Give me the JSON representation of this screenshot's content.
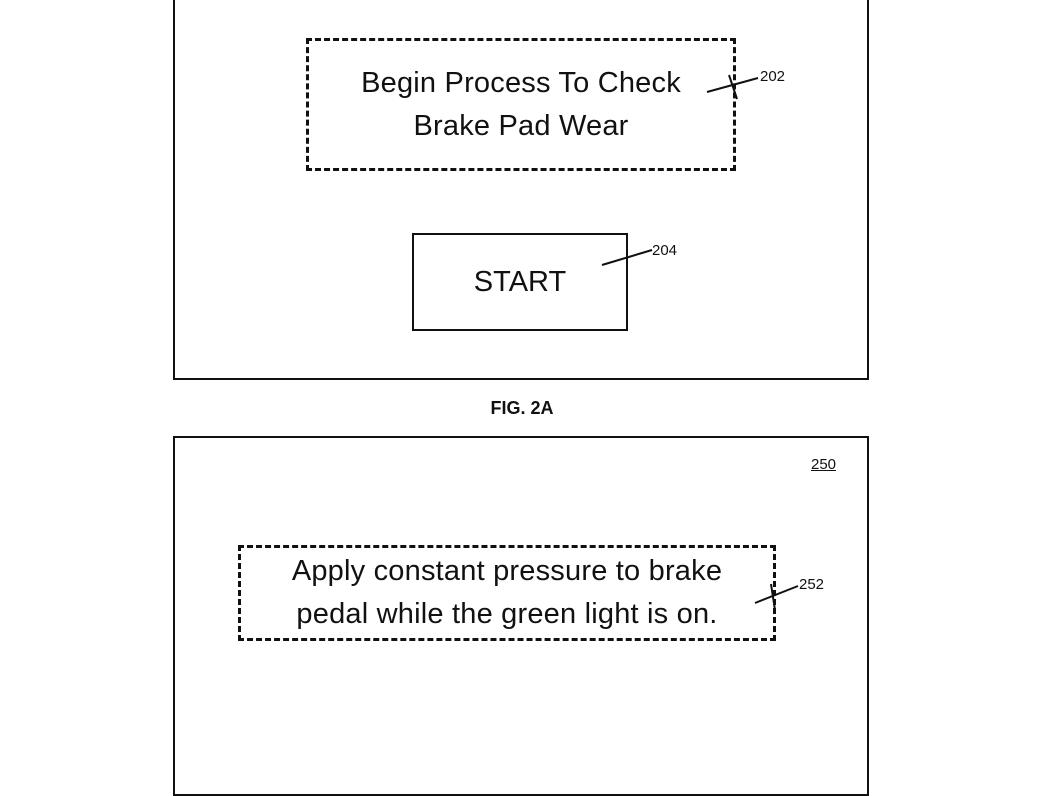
{
  "figure_a": {
    "caption": "FIG. 2A",
    "prompt_text": "Begin Process To Check\nBrake Pad Wear",
    "prompt_ref": "202",
    "start_label": "START",
    "start_ref": "204"
  },
  "figure_b": {
    "screen_ref": "250",
    "instruction_text": "Apply constant pressure to brake\npedal while the green light is on.",
    "instruction_ref": "252"
  }
}
